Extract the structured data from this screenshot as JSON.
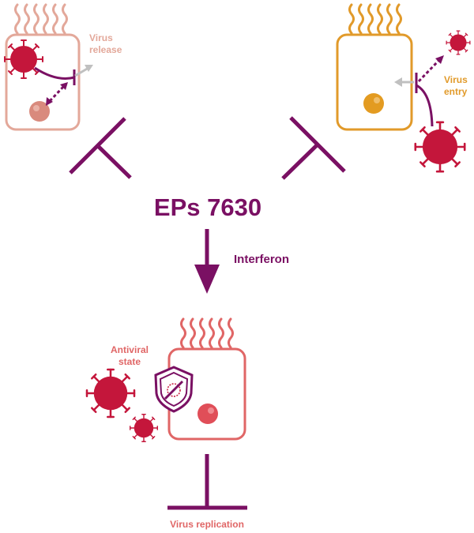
{
  "center_label": "EPs 7630",
  "arrow_label": "Interferon",
  "panels": {
    "release": {
      "label_line1": "Virus",
      "label_line2": "release"
    },
    "entry": {
      "label_line1": "Virus",
      "label_line2": "entry"
    },
    "antiviral": {
      "label_line1": "Antiviral",
      "label_line2": "state"
    }
  },
  "bottom_label": "Virus replication",
  "colors": {
    "purple": "#7a1063",
    "virus_red": "#c4163b",
    "release_cell": "#e3a89a",
    "release_nucleus": "#d98a7d",
    "entry_cell": "#e19a2a",
    "entry_nucleus": "#e39b21",
    "antiviral_cell": "#e06666",
    "antiviral_nucleus": "#e04e58",
    "arrow_grey": "#c0c0c0"
  }
}
